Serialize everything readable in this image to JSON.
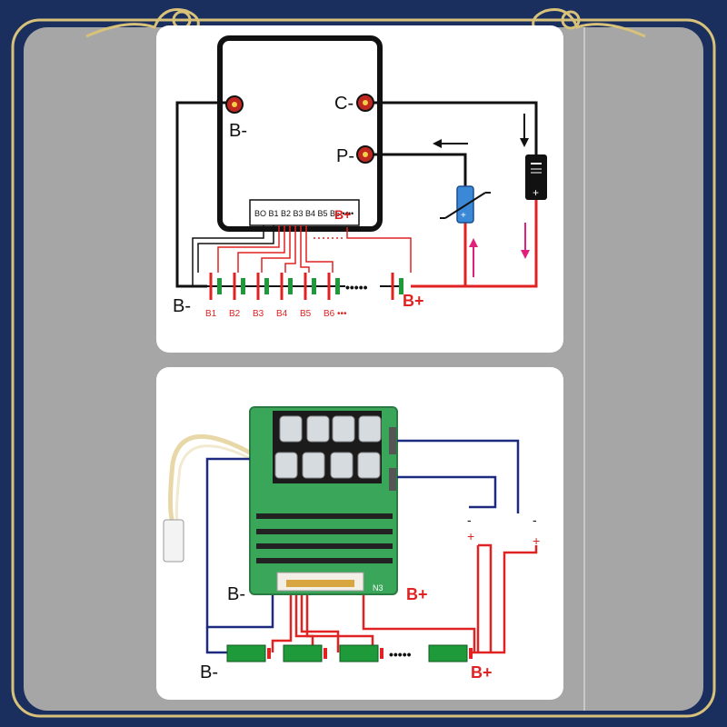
{
  "colors": {
    "frame_navy": "#1b2f5e",
    "frame_gold": "#d8c27a",
    "panel_gray": "#a6a6a6",
    "wire_red": "#e02222",
    "wire_black": "#111111",
    "wire_navy": "#1e2a80",
    "arrow_magenta": "#e0207a",
    "cell_green": "#1e9a3a",
    "pcb_green": "#3aa65a"
  },
  "top_diagram": {
    "bms_terminals": {
      "b_minus": "B-",
      "c_minus": "C-",
      "p_minus": "P-"
    },
    "balance_header": {
      "pins": "BO B1 B2 B3 B4 B5 B6 ••••",
      "b_plus": "B+"
    },
    "cell_labels": [
      "B1",
      "B2",
      "B3",
      "B4",
      "B5",
      "B6 •••"
    ],
    "pack_b_minus": "B-",
    "pack_b_plus": "B+",
    "charger_symbols": {
      "minus": "−",
      "plus": "+"
    },
    "load_symbol": "+"
  },
  "bottom_diagram": {
    "connector_label": "N3",
    "b_minus_board": "B-",
    "b_plus_board": "B+",
    "b_minus_pack": "B-",
    "b_plus_pack": "B+",
    "port1": {
      "minus": "-",
      "plus": "+"
    },
    "port2": {
      "minus": "-",
      "plus": "+"
    }
  }
}
